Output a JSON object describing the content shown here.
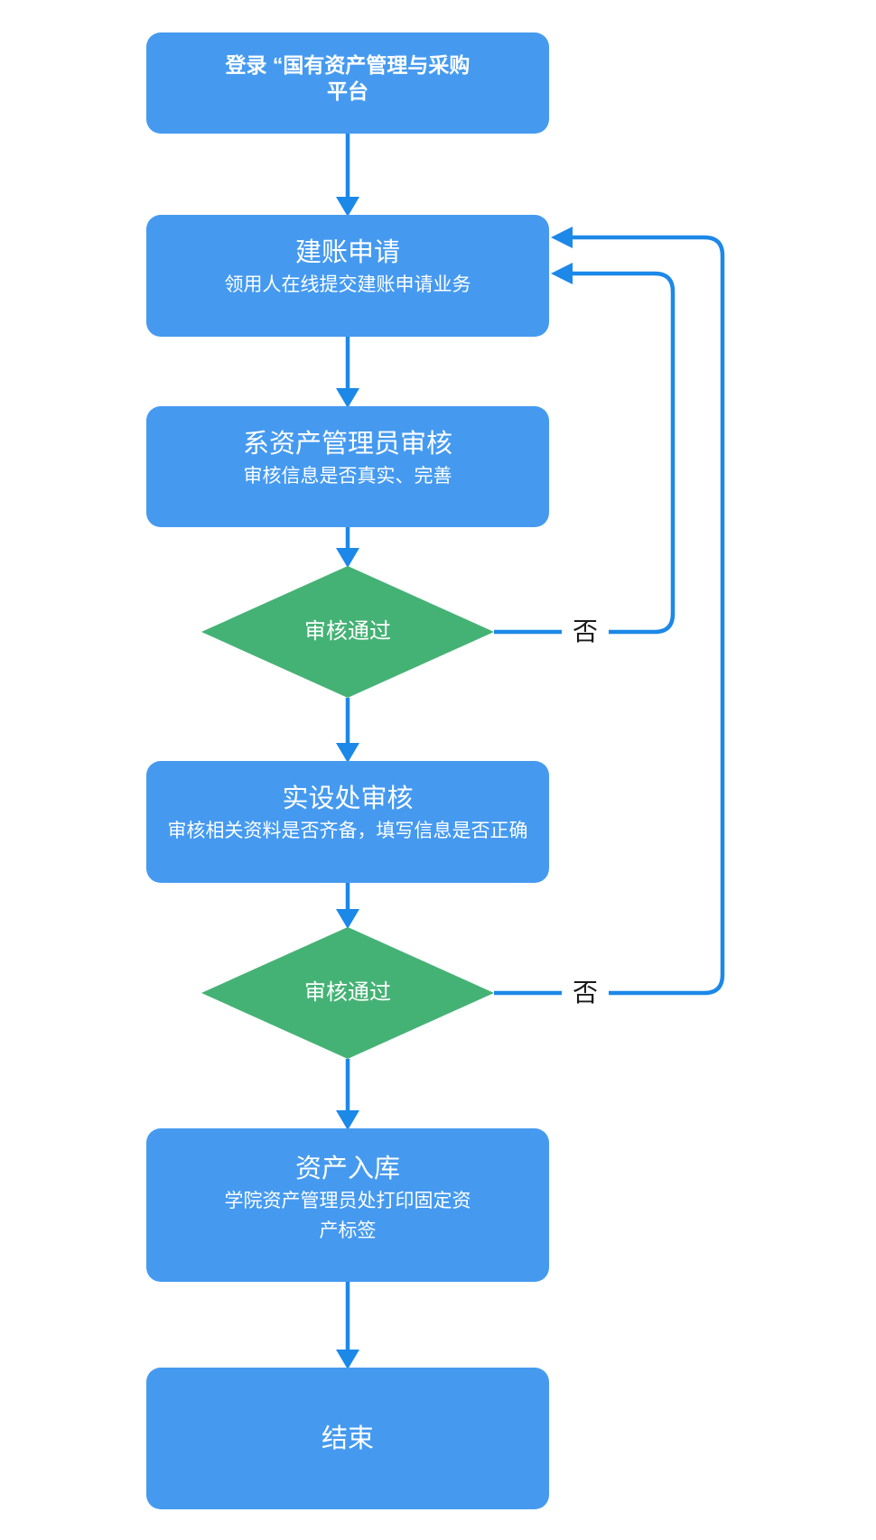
{
  "diagram": {
    "nodes": {
      "login": {
        "title": "登录 “国有资产管理与采购\n平台"
      },
      "account_request": {
        "title": "建账申请",
        "subtitle": "领用人在线提交建账申请业务"
      },
      "dept_admin_review": {
        "title": "系资产管理员审核",
        "subtitle": "审核信息是否真实、完善"
      },
      "decision1": {
        "label": "审核通过"
      },
      "shichu_review": {
        "title": "实设处审核",
        "subtitle": "审核相关资料是否齐备，填写信息是否正确"
      },
      "decision2": {
        "label": "审核通过"
      },
      "asset_storage": {
        "title": "资产入库",
        "subtitle": "学院资产管理员处打印固定资\n产标签"
      },
      "end": {
        "title": "结束"
      }
    },
    "edge_labels": {
      "decision1_no": "否",
      "decision2_no": "否"
    },
    "colors": {
      "node_fill": "#459AF0",
      "decision_fill": "#45B275",
      "connector": "#1C88E8",
      "node_text": "#FFFFFF",
      "edge_label_text": "#1A1A1A"
    }
  }
}
